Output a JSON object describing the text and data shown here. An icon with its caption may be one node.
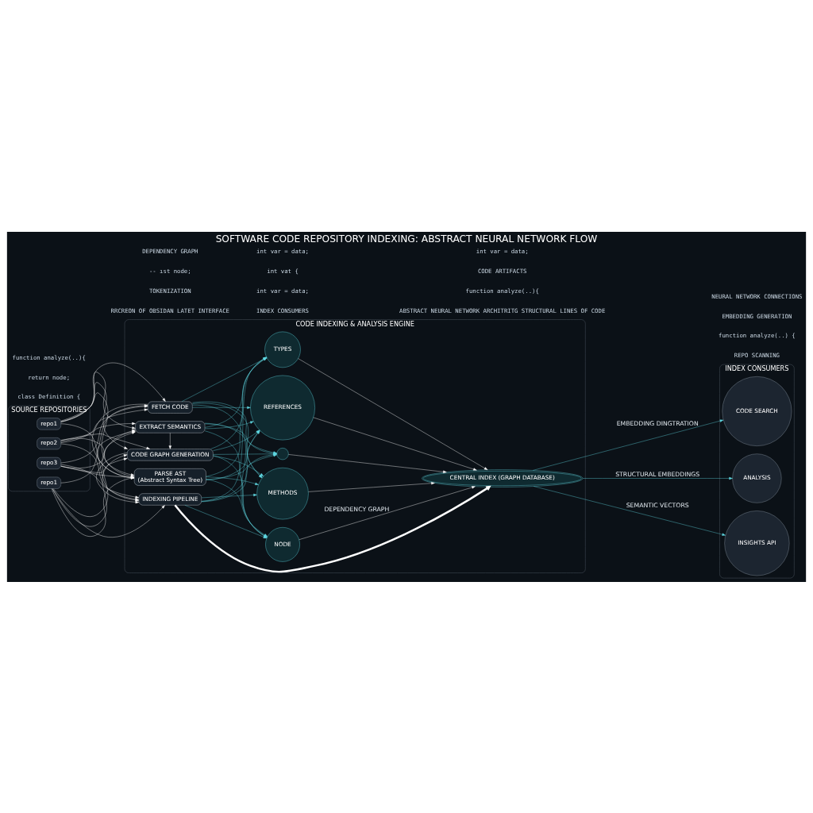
{
  "diagram": {
    "title": "SOFTWARE CODE REPOSITORY INDEXING: ABSTRACT NEURAL NETWORK FLOW",
    "nodes": [
      {
        "text": [
          "SOURCE REPOSITORIES"
        ]
      },
      {
        "text": [
          "repo1"
        ],
        "in": 0
      },
      {
        "text": [
          "repo1"
        ],
        "in": 0
      },
      {
        "text": [
          "repo2"
        ],
        "in": 0
      },
      {
        "text": [
          "repo3"
        ],
        "in": 0
      },
      {
        "text": [
          "CODE INDEXING & ANALYSIS ENGINE"
        ]
      },
      {
        "text": [
          "FETCH CODE"
        ],
        "in": 5
      },
      {
        "text": [
          "PARSE AST",
          "(Abstract Syntax Tree)"
        ],
        "in": 5
      },
      {
        "text": [
          "EXTRACT SEMANTICS"
        ],
        "in": 5
      },
      {
        "text": [
          "CODE GRAPH GENERATION"
        ],
        "in": 5
      },
      {
        "text": [
          "INDEXING PIPELINE"
        ],
        "in": 5
      },
      {
        "text": [
          "NODE"
        ],
        "in": 5
      },
      {
        "text": [
          "METHODS"
        ],
        "in": 5
      },
      {
        "text": [
          "REFERENCES"
        ],
        "in": 5
      },
      {
        "text": [
          "TYPES"
        ],
        "in": 5
      },
      {
        "text": [],
        "shape": "circle",
        "in": 5
      },
      {
        "text": [
          "CENTRAL INDEX (GRAPH DATABASE)"
        ],
        "in": 5
      },
      {
        "text": [
          "INDEX CONSUMERS"
        ]
      },
      {
        "text": [
          "CODE SEARCH"
        ],
        "in": 17
      },
      {
        "text": [
          "ANALYSIS"
        ],
        "in": 17
      },
      {
        "text": [
          "INSIGHTS API"
        ],
        "in": 17
      }
    ],
    "edges": [
      {
        "from": 1,
        "to": 6,
        "arrow": "to",
        "color": "#ffffff"
      },
      {
        "from": 1,
        "to": 7,
        "arrow": "to",
        "color": "#ffffff"
      },
      {
        "from": 1,
        "to": 8,
        "arrow": "to",
        "color": "#ffffff"
      },
      {
        "from": 1,
        "to": 9,
        "arrow": "to",
        "color": "#ffffff"
      },
      {
        "from": 1,
        "to": 10,
        "arrow": "to",
        "color": "#ffffff"
      },
      {
        "from": 2,
        "to": 6,
        "arrow": "to",
        "color": "#ffffff"
      },
      {
        "from": 2,
        "to": 7,
        "arrow": "to",
        "color": "#ffffff"
      },
      {
        "from": 2,
        "to": 8,
        "arrow": "to",
        "color": "#ffffff"
      },
      {
        "from": 2,
        "to": 9,
        "arrow": "to",
        "color": "#ffffff"
      },
      {
        "from": 2,
        "to": 10,
        "arrow": "to",
        "color": "#ffffff"
      },
      {
        "from": 3,
        "to": 6,
        "arrow": "to",
        "color": "#ffffff"
      },
      {
        "from": 3,
        "to": 7,
        "arrow": "to",
        "color": "#ffffff"
      },
      {
        "from": 3,
        "to": 8,
        "arrow": "to",
        "color": "#ffffff"
      },
      {
        "from": 3,
        "to": 9,
        "arrow": "to",
        "color": "#ffffff"
      },
      {
        "from": 3,
        "to": 10,
        "arrow": "to",
        "color": "#ffffff"
      },
      {
        "from": 4,
        "to": 6,
        "arrow": "to",
        "color": "#ffffff"
      },
      {
        "from": 4,
        "to": 7,
        "arrow": "to",
        "color": "#ffffff"
      },
      {
        "from": 4,
        "to": 8,
        "arrow": "to",
        "color": "#ffffff"
      },
      {
        "from": 4,
        "to": 9,
        "arrow": "to",
        "color": "#ffffff"
      },
      {
        "from": 4,
        "to": 10,
        "arrow": "to",
        "color": "#ffffff"
      },
      {
        "from": 6,
        "to": 7,
        "arrow": "to",
        "color": "#ffffff"
      },
      {
        "from": 7,
        "to": 8,
        "arrow": "to",
        "color": "#ffffff"
      },
      {
        "from": 8,
        "to": 9,
        "arrow": "to",
        "color": "#ffffff"
      },
      {
        "from": 9,
        "to": 10,
        "arrow": "to",
        "color": "#ffffff"
      },
      {
        "from": 6,
        "to": 11,
        "arrow": "to",
        "color": "#5fd6e0"
      },
      {
        "from": 6,
        "to": 12,
        "arrow": "to",
        "color": "#5fd6e0"
      },
      {
        "from": 6,
        "to": 13,
        "arrow": "to",
        "color": "#5fd6e0"
      },
      {
        "from": 6,
        "to": 14,
        "arrow": "to",
        "color": "#5fd6e0"
      },
      {
        "from": 6,
        "to": 15,
        "arrow": "to",
        "color": "#5fd6e0"
      },
      {
        "from": 7,
        "to": 11,
        "arrow": "to",
        "color": "#5fd6e0"
      },
      {
        "from": 7,
        "to": 12,
        "arrow": "to",
        "color": "#5fd6e0"
      },
      {
        "from": 7,
        "to": 13,
        "arrow": "to",
        "color": "#5fd6e0"
      },
      {
        "from": 7,
        "to": 14,
        "arrow": "to",
        "color": "#5fd6e0"
      },
      {
        "from": 7,
        "to": 15,
        "arrow": "to",
        "color": "#5fd6e0"
      },
      {
        "from": 8,
        "to": 11,
        "arrow": "to",
        "color": "#5fd6e0"
      },
      {
        "from": 8,
        "to": 12,
        "arrow": "to",
        "color": "#5fd6e0"
      },
      {
        "from": 8,
        "to": 13,
        "arrow": "to",
        "color": "#5fd6e0"
      },
      {
        "from": 8,
        "to": 14,
        "arrow": "to",
        "color": "#5fd6e0"
      },
      {
        "from": 8,
        "to": 15,
        "arrow": "to",
        "color": "#5fd6e0"
      },
      {
        "from": 9,
        "to": 11,
        "arrow": "to",
        "color": "#5fd6e0"
      },
      {
        "from": 9,
        "to": 12,
        "arrow": "to",
        "color": "#5fd6e0"
      },
      {
        "from": 9,
        "to": 13,
        "arrow": "to",
        "color": "#5fd6e0"
      },
      {
        "from": 9,
        "to": 14,
        "arrow": "to",
        "color": "#5fd6e0"
      },
      {
        "from": 9,
        "to": 15,
        "arrow": "to",
        "color": "#5fd6e0"
      },
      {
        "from": 10,
        "to": 11,
        "arrow": "to",
        "color": "#5fd6e0"
      },
      {
        "from": 10,
        "to": 12,
        "arrow": "to",
        "color": "#5fd6e0"
      },
      {
        "from": 10,
        "to": 13,
        "arrow": "to",
        "color": "#5fd6e0"
      },
      {
        "from": 10,
        "to": 14,
        "arrow": "to",
        "color": "#5fd6e0"
      },
      {
        "from": 10,
        "to": 15,
        "arrow": "to",
        "color": "#5fd6e0"
      },
      {
        "from": 11,
        "to": 16,
        "arrow": "to",
        "label": "DEPENDENCY GRAPH",
        "color": "#ffffff"
      },
      {
        "from": 12,
        "to": 16,
        "arrow": "to",
        "color": "#ffffff"
      },
      {
        "from": 13,
        "to": 16,
        "arrow": "to",
        "color": "#ffffff"
      },
      {
        "from": 14,
        "to": 16,
        "arrow": "to",
        "color": "#ffffff"
      },
      {
        "from": 15,
        "to": 16,
        "arrow": "to",
        "color": "#ffffff"
      },
      {
        "from": 10,
        "to": 16,
        "arrow": "to",
        "style": "thick",
        "color": "#ffffff"
      },
      {
        "from": 16,
        "to": 18,
        "arrow": "to",
        "label": "EMBEDDING DINGTRATION",
        "color": "#5fd6e0"
      },
      {
        "from": 16,
        "to": 19,
        "arrow": "to",
        "label": "STRUCTURAL EMBEDDINGS",
        "color": "#5fd6e0"
      },
      {
        "from": 16,
        "to": 20,
        "arrow": "to",
        "label": "SEMANTIC VECTORS",
        "color": "#5fd6e0"
      }
    ],
    "labels": [
      "ABSTRACT NEURAL NETWORK ARCHITRITG STRUCTURAL LINES OF CODE",
      "RRCREON OF OBSIDAN LATET INTERFACE",
      "INDEX CONSUMERS",
      "REPO SCANNING",
      "class Definition {",
      "function analyze(..){",
      "TOKENIZATION",
      "int var = data;",
      "function analyze(..) {",
      "return node;",
      "CODE ARTIFACTS",
      "-- ıst node;",
      "int vat {",
      "EMBEDDING GENERATION",
      "function analyze(..){",
      "int var = data;",
      "DEPENDENCY GRAPH",
      "int var = data;",
      "NEURAL NETWORK CONNECTIONS"
    ]
  }
}
